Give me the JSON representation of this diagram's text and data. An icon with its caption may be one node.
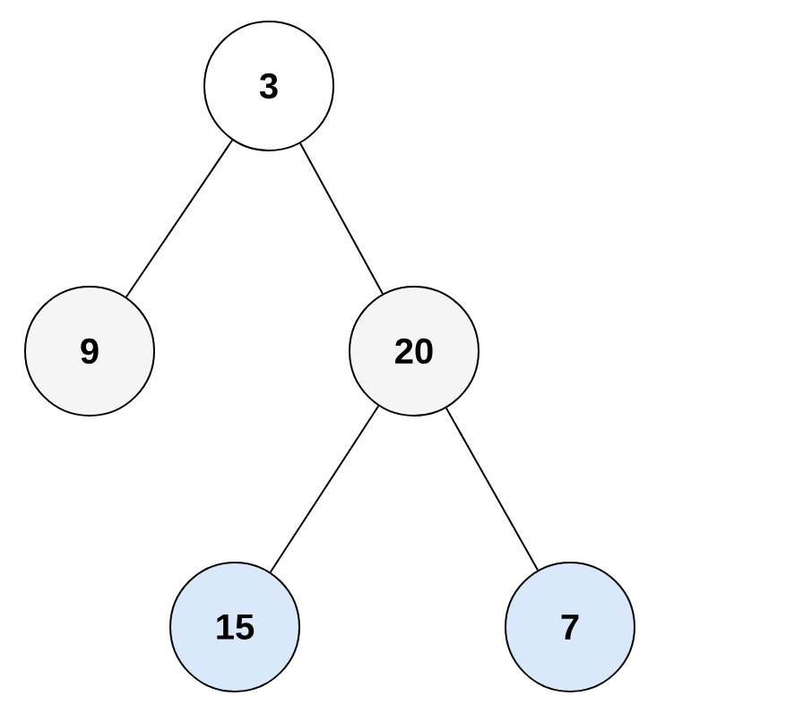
{
  "diagram": {
    "nodes": [
      {
        "text": [
          "3"
        ]
      },
      {
        "text": [
          "9"
        ]
      },
      {
        "text": [
          "20"
        ]
      },
      {
        "text": [
          "15"
        ]
      },
      {
        "text": [
          "7"
        ]
      }
    ],
    "edges": [
      {
        "from": 0,
        "to": 1,
        "arrow": "none"
      },
      {
        "from": 0,
        "to": 2,
        "arrow": "none"
      },
      {
        "from": 2,
        "to": 3,
        "arrow": "none"
      },
      {
        "from": 2,
        "to": 4,
        "arrow": "none"
      }
    ]
  }
}
